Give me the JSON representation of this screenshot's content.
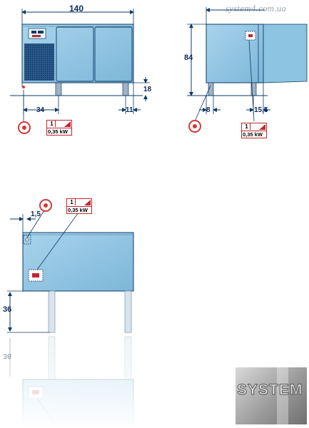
{
  "watermark": "system4.com.ua",
  "front_view": {
    "width": "140",
    "dim_34": "34",
    "dim_11": "11",
    "dim_18": "18",
    "power_num": "1",
    "power_kw": "0,35 kW"
  },
  "side_view": {
    "height": "84",
    "dim_8": "8",
    "dim_15_5": "15,5",
    "power_num": "1",
    "power_kw": "0,35 kW"
  },
  "lower_view": {
    "dim_1_5": "1,5",
    "dim_36": "36",
    "dim_36_reflection": "36",
    "power_num": "1",
    "power_kw": "0,35 kW"
  },
  "logo": {
    "text": "SYSTEM"
  },
  "colors": {
    "cabinet": "#8ec3e1",
    "line": "#0d3a66",
    "accent": "#c0272d"
  }
}
